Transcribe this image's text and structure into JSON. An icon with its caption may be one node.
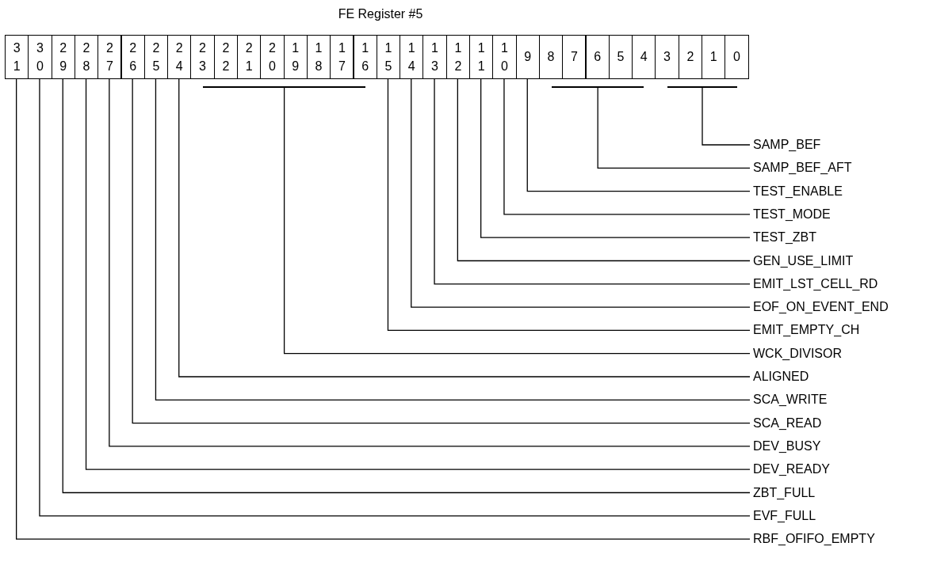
{
  "diagram": {
    "title": "FE Register #5",
    "nodes": [
      {
        "text": [
          "31"
        ]
      },
      {
        "text": [
          "30"
        ]
      },
      {
        "text": [
          "29"
        ]
      },
      {
        "text": [
          "28"
        ]
      },
      {
        "text": [
          "27"
        ]
      },
      {
        "text": [
          "26"
        ]
      },
      {
        "text": [
          "25"
        ]
      },
      {
        "text": [
          "24"
        ]
      },
      {
        "text": [
          "23"
        ]
      },
      {
        "text": [
          "22"
        ]
      },
      {
        "text": [
          "21"
        ]
      },
      {
        "text": [
          "20"
        ]
      },
      {
        "text": [
          "19"
        ]
      },
      {
        "text": [
          "18"
        ]
      },
      {
        "text": [
          "17"
        ]
      },
      {
        "text": [
          "16"
        ]
      },
      {
        "text": [
          "15"
        ]
      },
      {
        "text": [
          "14"
        ]
      },
      {
        "text": [
          "13"
        ]
      },
      {
        "text": [
          "12"
        ]
      },
      {
        "text": [
          "11"
        ]
      },
      {
        "text": [
          "10"
        ]
      },
      {
        "text": [
          "9"
        ]
      },
      {
        "text": [
          "8"
        ]
      },
      {
        "text": [
          "7"
        ]
      },
      {
        "text": [
          "6"
        ]
      },
      {
        "text": [
          "5"
        ]
      },
      {
        "text": [
          "4"
        ]
      },
      {
        "text": [
          "3"
        ]
      },
      {
        "text": [
          "2"
        ]
      },
      {
        "text": [
          "1"
        ]
      },
      {
        "text": [
          "0"
        ]
      },
      {
        "text": [
          "SAMP_BEF"
        ]
      },
      {
        "text": [
          "SAMP_BEF_AFT"
        ]
      },
      {
        "text": [
          "TEST_ENABLE"
        ]
      },
      {
        "text": [
          "TEST_MODE"
        ]
      },
      {
        "text": [
          "TEST_ZBT"
        ]
      },
      {
        "text": [
          "GEN_USE_LIMIT"
        ]
      },
      {
        "text": [
          "EMIT_LST_CELL_RD"
        ]
      },
      {
        "text": [
          "EOF_ON_EVENT_END"
        ]
      },
      {
        "text": [
          "EMIT_EMPTY_CH"
        ]
      },
      {
        "text": [
          "WCK_DIVISOR"
        ]
      },
      {
        "text": [
          "ALIGNED"
        ]
      },
      {
        "text": [
          "SCA_WRITE"
        ]
      },
      {
        "text": [
          "SCA_READ"
        ]
      },
      {
        "text": [
          "DEV_BUSY"
        ]
      },
      {
        "text": [
          "DEV_READY"
        ]
      },
      {
        "text": [
          "ZBT_FULL"
        ]
      },
      {
        "text": [
          "EVF_FULL"
        ]
      },
      {
        "text": [
          "RBF_OFIFO_EMPTY"
        ]
      },
      {
        "text": [],
        "shape": "bar"
      },
      {
        "text": [],
        "shape": "bar"
      },
      {
        "text": [],
        "shape": "bar"
      }
    ],
    "edges": [
      {
        "from": 52,
        "to": 32,
        "arrow": "none"
      },
      {
        "from": 51,
        "to": 33,
        "arrow": "none"
      },
      {
        "from": 22,
        "to": 34,
        "arrow": "none"
      },
      {
        "from": 21,
        "to": 35,
        "arrow": "none"
      },
      {
        "from": 20,
        "to": 36,
        "arrow": "none"
      },
      {
        "from": 19,
        "to": 37,
        "arrow": "none"
      },
      {
        "from": 18,
        "to": 38,
        "arrow": "none"
      },
      {
        "from": 17,
        "to": 39,
        "arrow": "none"
      },
      {
        "from": 16,
        "to": 40,
        "arrow": "none"
      },
      {
        "from": 50,
        "to": 41,
        "arrow": "none"
      },
      {
        "from": 7,
        "to": 42,
        "arrow": "none"
      },
      {
        "from": 6,
        "to": 43,
        "arrow": "none"
      },
      {
        "from": 5,
        "to": 44,
        "arrow": "none"
      },
      {
        "from": 4,
        "to": 45,
        "arrow": "none"
      },
      {
        "from": 3,
        "to": 46,
        "arrow": "none"
      },
      {
        "from": 2,
        "to": 47,
        "arrow": "none"
      },
      {
        "from": 1,
        "to": 48,
        "arrow": "none"
      },
      {
        "from": 0,
        "to": 49,
        "arrow": "none"
      }
    ]
  }
}
